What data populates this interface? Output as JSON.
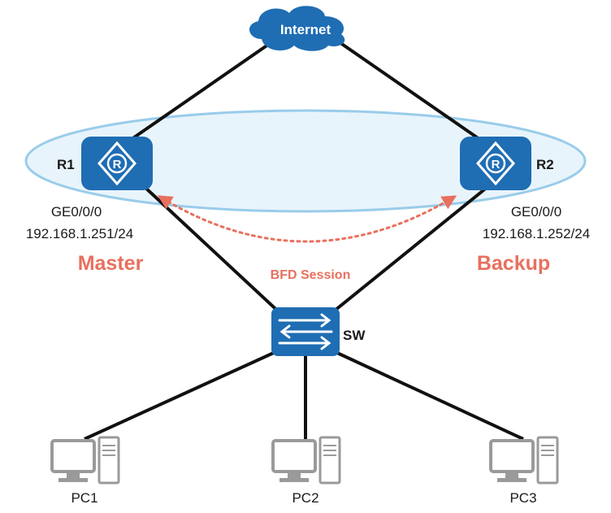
{
  "diagram": {
    "cloud_label": "Internet",
    "r1": {
      "name": "R1",
      "interface": "GE0/0/0",
      "ip": "192.168.1.251/24",
      "role": "Master"
    },
    "r2": {
      "name": "R2",
      "interface": "GE0/0/0",
      "ip": "192.168.1.252/24",
      "role": "Backup"
    },
    "session_label": "BFD Session",
    "switch_label": "SW",
    "pcs": [
      "PC1",
      "PC2",
      "PC3"
    ],
    "colors": {
      "device_blue": "#1f6db3",
      "ring_fill": "#e6f3fb",
      "ring_stroke": "#8fc7e8",
      "session": "#e8705e",
      "link": "#111111",
      "pc_gray": "#9a9a9a"
    }
  }
}
